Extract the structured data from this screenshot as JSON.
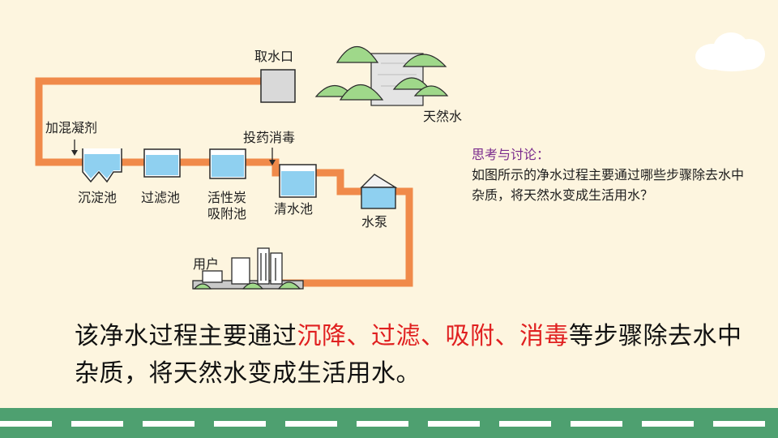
{
  "diagram": {
    "labels": {
      "intake": "取水口",
      "natural_water": "天然水",
      "coagulant": "加混凝剂",
      "sedimentation": "沉淀池",
      "filtration": "过滤池",
      "carbon_line1": "活性炭",
      "carbon_line2": "吸附池",
      "disinfect": "投药消毒",
      "clear_water": "清水池",
      "pump": "水泵",
      "users": "用户"
    },
    "colors": {
      "pipe": "#f08a4a",
      "tank_water": "#8fd0f0",
      "tree": "#9fd88a",
      "outline": "#2a2a2a"
    }
  },
  "think": {
    "title": "思考与讨论：",
    "body": "如图所示的净水过程主要通过哪些步骤除去水中杂质，将天然水变成生活用水？"
  },
  "conclusion": {
    "part1": "该净水过程主要通过",
    "highlight": "沉降、过滤、吸附、消毒",
    "part2": "等步骤除去水中杂质，将天然水变成生活用水。"
  },
  "theme": {
    "background": "#fdf5df",
    "road": "#4ea070",
    "highlight": "#e02020"
  }
}
